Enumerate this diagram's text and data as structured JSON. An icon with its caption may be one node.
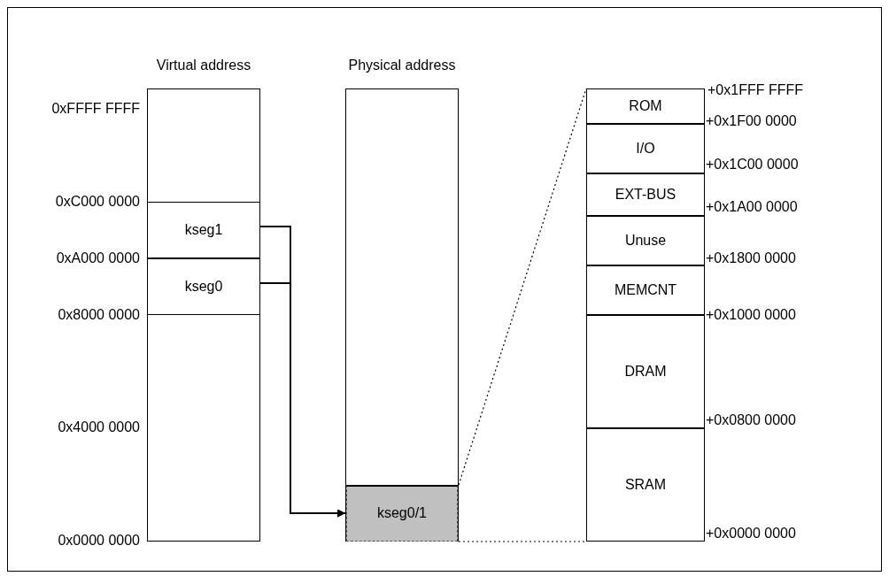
{
  "diagram": {
    "nodes": [
      {
        "text": [
          "Virtual address"
        ]
      },
      {
        "text": [
          "kseg1"
        ],
        "in": 0
      },
      {
        "text": [
          "kseg0"
        ],
        "in": 0
      },
      {
        "text": [
          "Physical address"
        ]
      },
      {
        "text": [
          "kseg0/1"
        ],
        "in": 3
      },
      {
        "text": [],
        "shape": "box"
      },
      {
        "text": [
          "ROM"
        ],
        "in": 5
      },
      {
        "text": [
          "I/O"
        ],
        "in": 5
      },
      {
        "text": [
          "EXT-BUS"
        ],
        "in": 5
      },
      {
        "text": [
          "Unuse"
        ],
        "in": 5
      },
      {
        "text": [
          "MEMCNT"
        ],
        "in": 5
      },
      {
        "text": [
          "DRAM"
        ],
        "in": 5
      },
      {
        "text": [
          "SRAM"
        ],
        "in": 5
      }
    ],
    "edges": [
      {
        "from": 1,
        "to": 4,
        "arrow": "to"
      },
      {
        "from": 2,
        "to": 4,
        "arrow": "to"
      },
      {
        "from": 4,
        "to": 5,
        "arrow": "none",
        "style": "dashed"
      },
      {
        "from": 4,
        "to": 5,
        "arrow": "none",
        "style": "dashed"
      }
    ],
    "labels": [
      "0xFFFF FFFF",
      "0xC000 0000",
      "0xA000 0000",
      "0x8000 0000",
      "0x4000 0000",
      "0x0000 0000",
      "+0x1FFF FFFF",
      "+0x1F00 0000",
      "+0x1C00 0000",
      "+0x1A00 0000",
      "+0x1800 0000",
      "+0x1000 0000",
      "+0x0800 0000",
      "+0x0000 0000"
    ]
  }
}
